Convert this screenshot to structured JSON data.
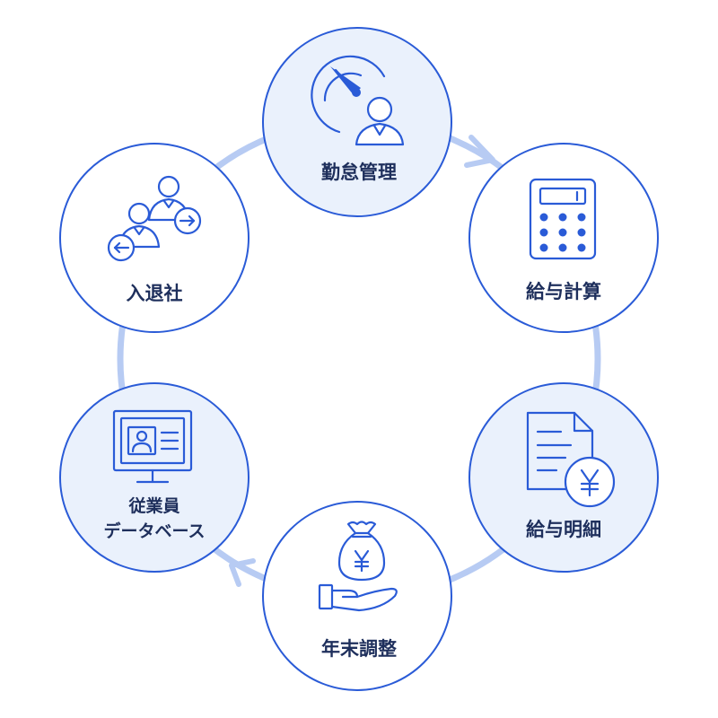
{
  "colors": {
    "node_stroke": "#2a5bd7",
    "node_fill_white": "#ffffff",
    "node_fill_tint": "#eaf1fc",
    "ring": "#b7cbf3",
    "label": "#1e2f5c",
    "icon": "#2a5bd7"
  },
  "nodes": [
    {
      "id": "attendance",
      "label": "勤怠管理",
      "icon": "clock-person-icon"
    },
    {
      "id": "payroll",
      "label": "給与計算",
      "icon": "calculator-icon"
    },
    {
      "id": "payslip",
      "label": "給与明細",
      "icon": "document-yen-icon"
    },
    {
      "id": "year-end",
      "label": "年末調整",
      "icon": "money-bag-hand-icon"
    },
    {
      "id": "employee-db",
      "label_lines": [
        "従業員",
        "データベース"
      ],
      "icon": "monitor-profile-icon"
    },
    {
      "id": "onboarding",
      "label": "入退社",
      "icon": "people-arrows-icon"
    }
  ]
}
